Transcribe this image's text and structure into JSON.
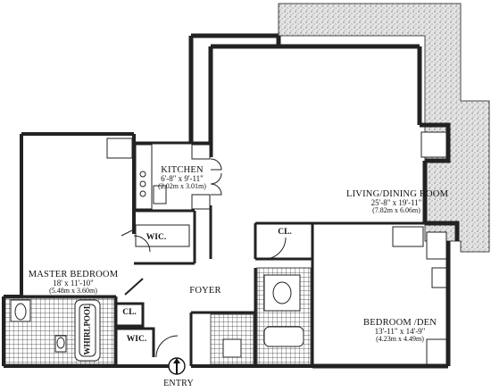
{
  "rooms": {
    "living": {
      "name": "LIVING/DINING ROOM",
      "dim": "25'-8\" x 19'-11\"",
      "metric": "(7.82m x 6.06m)"
    },
    "kitchen": {
      "name": "KITCHEN",
      "dim": "6'-8\" x 9'-11\"",
      "metric": "(2.02m x 3.01m)"
    },
    "master": {
      "name": "MASTER BEDROOM",
      "dim": "18' x 11'-10\"",
      "metric": "(5.48m x 3.60m)"
    },
    "bedroom_den": {
      "name": "BEDROOM /DEN",
      "dim": "13'-11\" x 14'-9\"",
      "metric": "(4.23m x 4.49m)"
    },
    "foyer": {
      "name": "FOYER"
    }
  },
  "closets": {
    "wic_upper": "WIC.",
    "wic_lower": "WIC.",
    "cl_master": "CL.",
    "cl_bedroom": "CL."
  },
  "fixtures": {
    "whirlpool": "WHIRLPOOL"
  },
  "entry": {
    "label": "ENTRY"
  }
}
